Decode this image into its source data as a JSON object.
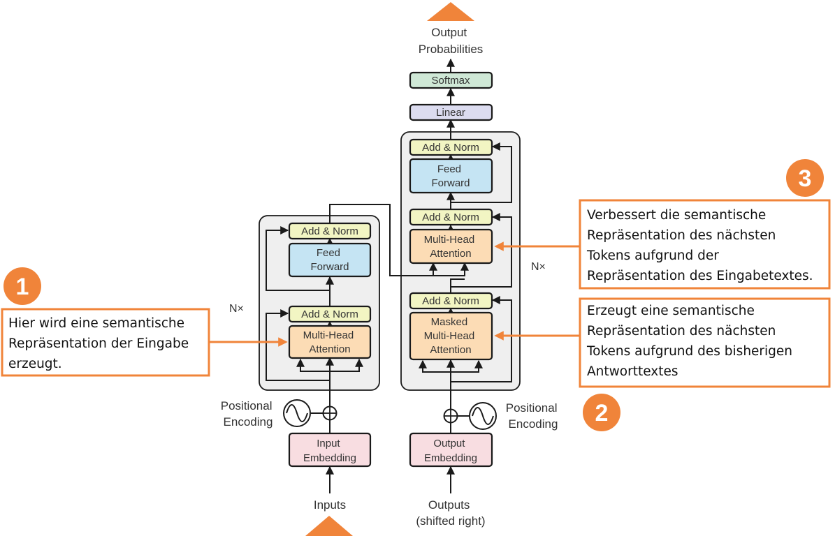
{
  "colors": {
    "norm": "#f2f5c3",
    "feed_forward": "#c5e4f3",
    "attention": "#fcdcb5",
    "embedding": "#f8dde1",
    "linear": "#dcdcf0",
    "softmax": "#cfe8d6",
    "stack_bg": "#efefef",
    "accent": "#f0843a"
  },
  "diagram": {
    "output_probabilities": [
      "Output",
      "Probabilities"
    ],
    "softmax": "Softmax",
    "linear": "Linear",
    "add_norm": "Add & Norm",
    "feed_forward": [
      "Feed",
      "Forward"
    ],
    "multi_head_attention": [
      "Multi-Head",
      "Attention"
    ],
    "masked_multi_head_attention": [
      "Masked",
      "Multi-Head",
      "Attention"
    ],
    "repeat_label": "N×",
    "positional_encoding": [
      "Positional",
      "Encoding"
    ],
    "input_embedding": [
      "Input",
      "Embedding"
    ],
    "output_embedding": [
      "Output",
      "Embedding"
    ],
    "inputs": "Inputs",
    "outputs": [
      "Outputs",
      "(shifted right)"
    ]
  },
  "callouts": [
    {
      "number": "1",
      "lines": [
        "Hier wird eine semantische",
        "Repräsentation der Eingabe",
        "erzeugt."
      ]
    },
    {
      "number": "2",
      "lines": [
        "Erzeugt eine semantische",
        "Repräsentation des nächsten",
        "Tokens aufgrund des bisherigen",
        "Antworttextes"
      ]
    },
    {
      "number": "3",
      "lines": [
        "Verbessert die semantische",
        "Repräsentation des nächsten",
        "Tokens aufgrund der",
        "Repräsentation des Eingabetextes."
      ]
    }
  ]
}
